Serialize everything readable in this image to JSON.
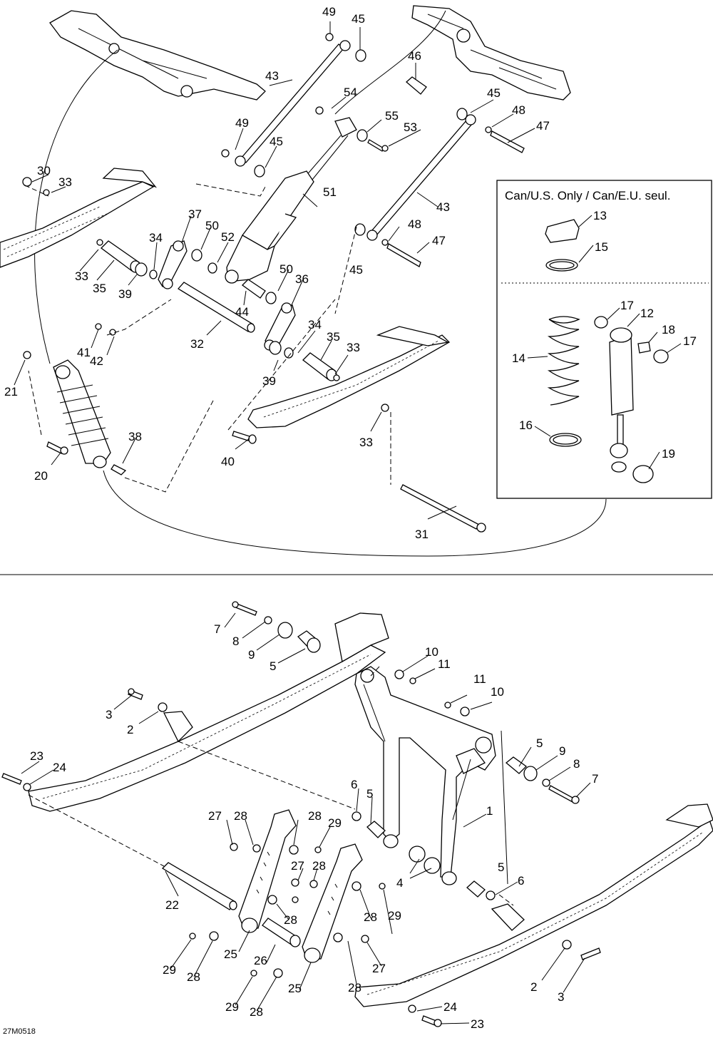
{
  "inset": {
    "title": "Can/U.S. Only / Can/E.U. seul."
  },
  "drawing_code": "27M0518",
  "callouts": {
    "c49a": "49",
    "c45a": "45",
    "c46": "46",
    "c43a": "43",
    "c54": "54",
    "c55": "55",
    "c53": "53",
    "c45b": "45",
    "c48a": "48",
    "c47a": "47",
    "c49b": "49",
    "c45c": "45",
    "c30": "30",
    "c33a": "33",
    "c51": "51",
    "c43b": "43",
    "c37": "37",
    "c50a": "50",
    "c34a": "34",
    "c52": "52",
    "c48b": "48",
    "c47b": "47",
    "c33b": "33",
    "c35a": "35",
    "c39a": "39",
    "c50b": "50",
    "c45d": "45",
    "c36": "36",
    "c44": "44",
    "c41": "41",
    "c42": "42",
    "c32": "32",
    "c34b": "34",
    "c35b": "35",
    "c33c": "33",
    "c39b": "39",
    "c21": "21",
    "c38": "38",
    "c40": "40",
    "c33d": "33",
    "c20": "20",
    "c31": "31",
    "c13": "13",
    "c15": "15",
    "c17a": "17",
    "c12": "12",
    "c18": "18",
    "c17b": "17",
    "c14": "14",
    "c16": "16",
    "c19": "19",
    "c7a": "7",
    "c8a": "8",
    "c9a": "9",
    "c5a": "5",
    "c10a": "10",
    "c11a": "11",
    "c11b": "11",
    "c10b": "10",
    "c3a": "3",
    "c2a": "2",
    "c23a": "23",
    "c24a": "24",
    "c5b": "5",
    "c9b": "9",
    "c8b": "8",
    "c7b": "7",
    "c6a": "6",
    "c5c": "5",
    "c1": "1",
    "c27a": "27",
    "c28a": "28",
    "c28b": "28",
    "c29a": "29",
    "c27b": "27",
    "c28c": "28",
    "c4": "4",
    "c5d": "5",
    "c6b": "6",
    "c22": "22",
    "c28d": "28",
    "c28e": "28",
    "c29b": "29",
    "c29c": "29",
    "c28f": "28",
    "c25a": "25",
    "c26": "26",
    "c28g": "28",
    "c27c": "27",
    "c2b": "2",
    "c3b": "3",
    "c29d": "29",
    "c28h": "28",
    "c25b": "25",
    "c24b": "24",
    "c23b": "23"
  }
}
